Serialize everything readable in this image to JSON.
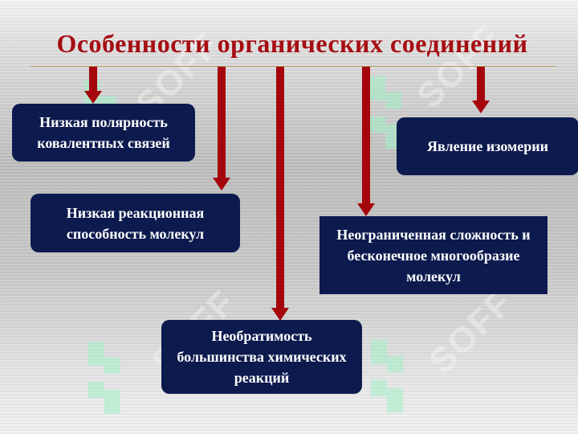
{
  "title": "Особенности органических соединений",
  "boxes": {
    "polarity": "Низкая полярность ковалентных связей",
    "reactivity": "Низкая реакционная способность молекул",
    "irreversibility": "Необратимость большинства химических реакций",
    "complexity": "Неограниченная сложность и бесконечное многообразие молекул",
    "isomerism": "Явление изомерии"
  },
  "watermark": {
    "text": "SOFF",
    "mark_icon": "soff-logo-mark"
  },
  "colors": {
    "title": "#a50d12",
    "box": "#0c1a4e",
    "arrow": "#a5060c"
  }
}
